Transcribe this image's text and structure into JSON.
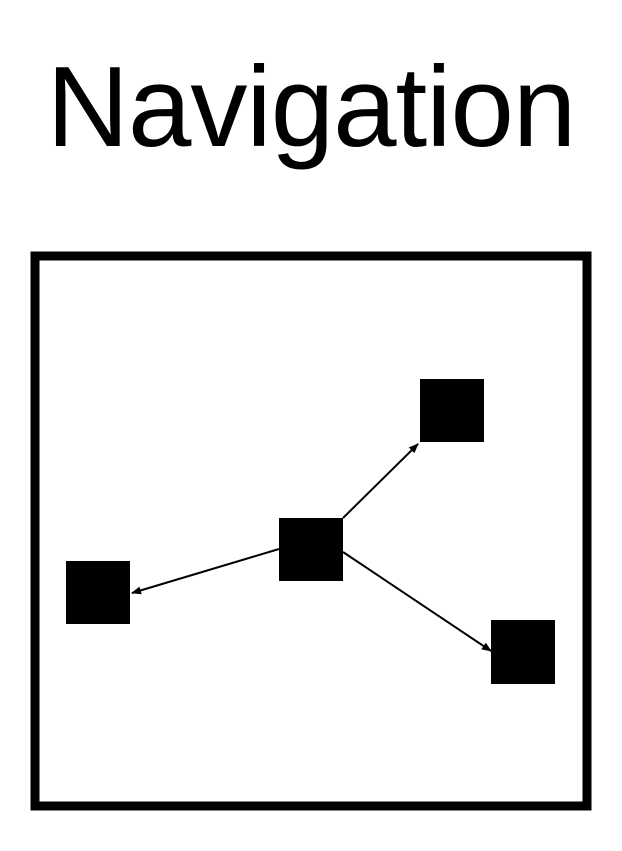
{
  "title": "Navigation",
  "diagram": {
    "colors": {
      "stroke": "#000000",
      "node": "#000000",
      "background": "#ffffff"
    },
    "nodes": [
      {
        "id": "center",
        "name": "center-node"
      },
      {
        "id": "top-right",
        "name": "top-right-node"
      },
      {
        "id": "left",
        "name": "left-node"
      },
      {
        "id": "bottom-right",
        "name": "bottom-right-node"
      }
    ],
    "edges": [
      {
        "from": "center",
        "to": "top-right"
      },
      {
        "from": "center",
        "to": "left"
      },
      {
        "from": "center",
        "to": "bottom-right"
      }
    ]
  }
}
